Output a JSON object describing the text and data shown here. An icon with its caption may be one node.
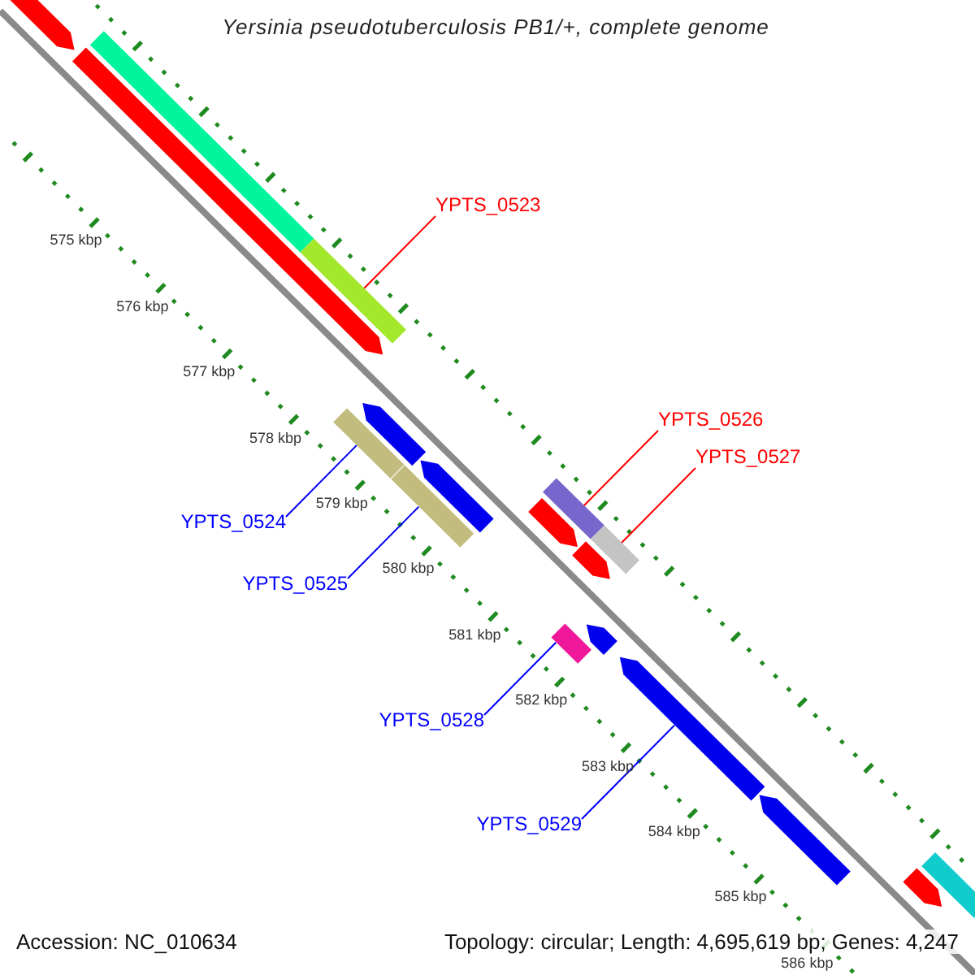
{
  "diagram": {
    "title": "Yersinia pseudotuberculosis PB1/+, complete genome",
    "nodes": [
      {
        "text": [
          "YPTS_0523"
        ]
      },
      {
        "text": [],
        "shape": "bar"
      },
      {
        "text": [
          "YPTS_0526"
        ]
      },
      {
        "text": [
          "YPTS_0527"
        ]
      },
      {
        "text": [],
        "shape": "bar"
      },
      {
        "text": [],
        "shape": "bar"
      },
      {
        "text": [
          "YPTS_0524"
        ]
      },
      {
        "text": [],
        "shape": "bar"
      },
      {
        "text": [
          "YPTS_0525"
        ]
      },
      {
        "text": [],
        "shape": "bar"
      },
      {
        "text": [
          "YPTS_0528"
        ]
      },
      {
        "text": [],
        "shape": "bar"
      },
      {
        "text": [
          "YPTS_0529"
        ]
      },
      {
        "text": [],
        "shape": "arrow"
      },
      {
        "text": [],
        "shape": "arrow"
      },
      {
        "text": [],
        "shape": "arrow"
      },
      {
        "text": [],
        "shape": "bar"
      },
      {
        "text": [],
        "shape": "arrow"
      },
      {
        "text": [],
        "shape": "arrow"
      },
      {
        "text": [],
        "shape": "arrow"
      },
      {
        "text": [],
        "shape": "arrow"
      },
      {
        "text": [],
        "shape": "arrow"
      },
      {
        "text": [],
        "shape": "arrow"
      },
      {
        "text": [],
        "shape": "arrow"
      },
      {
        "text": [],
        "shape": "bar"
      }
    ],
    "edges": [
      {
        "from": 0,
        "to": 1,
        "arrow": "none",
        "color": "#ff0000"
      },
      {
        "from": 2,
        "to": 4,
        "arrow": "none",
        "color": "#ff0000"
      },
      {
        "from": 3,
        "to": 5,
        "arrow": "none",
        "color": "#ff0000"
      },
      {
        "from": 6,
        "to": 7,
        "arrow": "none"
      },
      {
        "from": 8,
        "to": 9,
        "arrow": "none"
      },
      {
        "from": 10,
        "to": 11,
        "arrow": "none"
      },
      {
        "from": 12,
        "to": 13,
        "arrow": "none"
      }
    ],
    "labels": [
      "575 kbp",
      "576 kbp",
      "577 kbp",
      "578 kbp",
      "579 kbp",
      "580 kbp",
      "581 kbp",
      "582 kbp",
      "583 kbp",
      "584 kbp",
      "585 kbp",
      "586 kbp",
      "Accession: NC_010634",
      "Topology: circular; Length: 4,695,619 bp; Genes: 4,247"
    ]
  }
}
